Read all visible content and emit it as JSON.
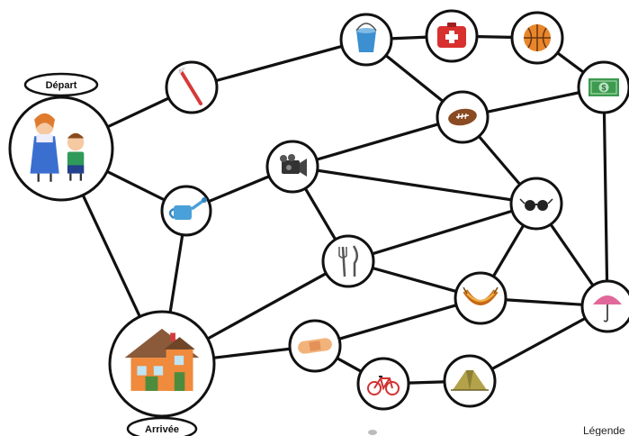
{
  "labels": {
    "start": "Départ",
    "end": "Arrivée",
    "legend": "Légende"
  },
  "nodes": [
    {
      "id": "family",
      "icon": "family-icon"
    },
    {
      "id": "toothbrush",
      "icon": "toothbrush-icon"
    },
    {
      "id": "watering-can",
      "icon": "watering-can-icon"
    },
    {
      "id": "house",
      "icon": "house-icon"
    },
    {
      "id": "bucket",
      "icon": "bucket-icon"
    },
    {
      "id": "first-aid",
      "icon": "first-aid-kit-icon"
    },
    {
      "id": "basketball",
      "icon": "basketball-icon"
    },
    {
      "id": "money",
      "icon": "dollar-bill-icon"
    },
    {
      "id": "football",
      "icon": "football-icon"
    },
    {
      "id": "camera",
      "icon": "video-camera-icon"
    },
    {
      "id": "glasses",
      "icon": "glasses-icon"
    },
    {
      "id": "cutlery",
      "icon": "cutlery-icon"
    },
    {
      "id": "hammock",
      "icon": "hammock-icon"
    },
    {
      "id": "umbrella",
      "icon": "umbrella-icon"
    },
    {
      "id": "bandage",
      "icon": "bandage-icon"
    },
    {
      "id": "bicycle",
      "icon": "bicycle-icon"
    },
    {
      "id": "tent",
      "icon": "tent-icon"
    }
  ],
  "edges": [
    [
      "family",
      "toothbrush"
    ],
    [
      "family",
      "watering-can"
    ],
    [
      "family",
      "house"
    ],
    [
      "toothbrush",
      "bucket"
    ],
    [
      "bucket",
      "first-aid"
    ],
    [
      "first-aid",
      "basketball"
    ],
    [
      "basketball",
      "money"
    ],
    [
      "bucket",
      "football"
    ],
    [
      "money",
      "football"
    ],
    [
      "money",
      "umbrella"
    ],
    [
      "football",
      "glasses"
    ],
    [
      "watering-can",
      "camera"
    ],
    [
      "watering-can",
      "house"
    ],
    [
      "camera",
      "football"
    ],
    [
      "camera",
      "glasses"
    ],
    [
      "camera",
      "cutlery"
    ],
    [
      "cutlery",
      "glasses"
    ],
    [
      "cutlery",
      "house"
    ],
    [
      "cutlery",
      "hammock"
    ],
    [
      "glasses",
      "hammock"
    ],
    [
      "glasses",
      "umbrella"
    ],
    [
      "hammock",
      "umbrella"
    ],
    [
      "hammock",
      "bandage"
    ],
    [
      "house",
      "bandage"
    ],
    [
      "bandage",
      "bicycle"
    ],
    [
      "bicycle",
      "tent"
    ],
    [
      "tent",
      "umbrella"
    ]
  ]
}
